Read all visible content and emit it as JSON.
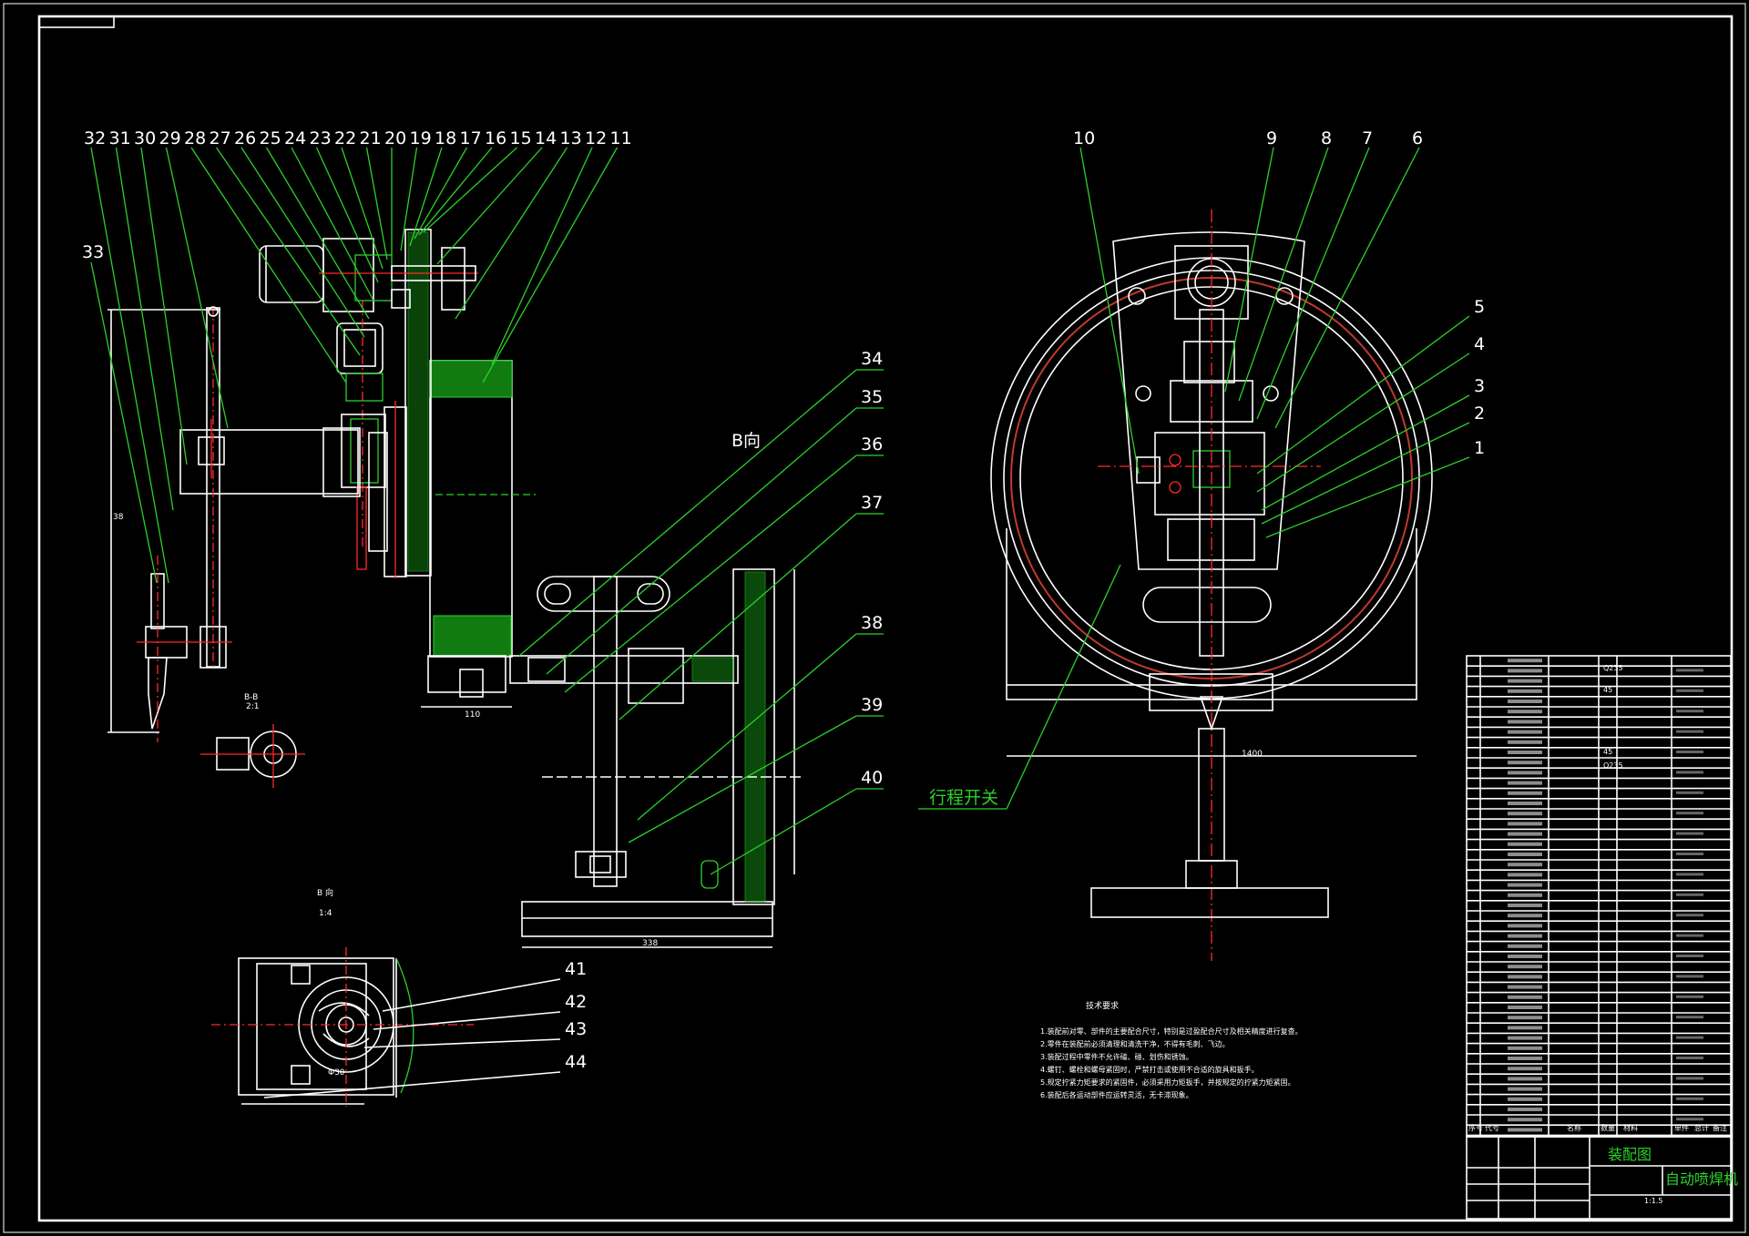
{
  "balloons_left": [
    "32",
    "31",
    "30",
    "29",
    "28",
    "27",
    "26",
    "25",
    "24",
    "23",
    "22",
    "21",
    "20",
    "19",
    "18",
    "17",
    "16",
    "15",
    "14",
    "13",
    "12",
    "11"
  ],
  "balloon_33": "33",
  "balloons_middle": [
    "34",
    "35",
    "36",
    "37",
    "38",
    "39",
    "40"
  ],
  "balloons_right_top": [
    "10",
    "9",
    "8",
    "7",
    "6"
  ],
  "balloons_right_side": [
    "5",
    "4",
    "3",
    "2",
    "1"
  ],
  "balloons_detail": [
    "41",
    "42",
    "43",
    "44"
  ],
  "view_label_b": "B向",
  "view_label_b2": "B 向",
  "view_scale": "1:4",
  "travel_switch": "行程开关",
  "dims": {
    "d338": "338",
    "d110": "110",
    "d1400": "1400"
  },
  "tech_requirements": {
    "title": "技术要求",
    "lines": [
      "1.装配前对零、部件的主要配合尺寸，特别是过盈配合尺寸及相关精度进行复查。",
      "2.零件在装配前必须清理和清洗干净，不得有毛刺、飞边。",
      "3.装配过程中零件不允许磕、碰、划伤和锈蚀。",
      "4.螺钉、螺栓和螺母紧固时，严禁打击或使用不合适的旋具和扳手。",
      "5.规定拧紧力矩要求的紧固件，必须采用力矩扳手，并按规定的拧紧力矩紧固。",
      "6.装配后各运动部件应运转灵活，无卡滞现象。"
    ]
  },
  "bom": {
    "materials_shown": [
      "Q235",
      "45",
      "45",
      "Q235"
    ],
    "header": [
      "序号",
      "代号",
      "名称",
      "数量",
      "材料",
      "单件",
      "总计",
      "备注"
    ]
  },
  "title_block": {
    "drawing_title": "装配图",
    "machine_name": "自动喷焊机",
    "scale": "1:1.5"
  }
}
